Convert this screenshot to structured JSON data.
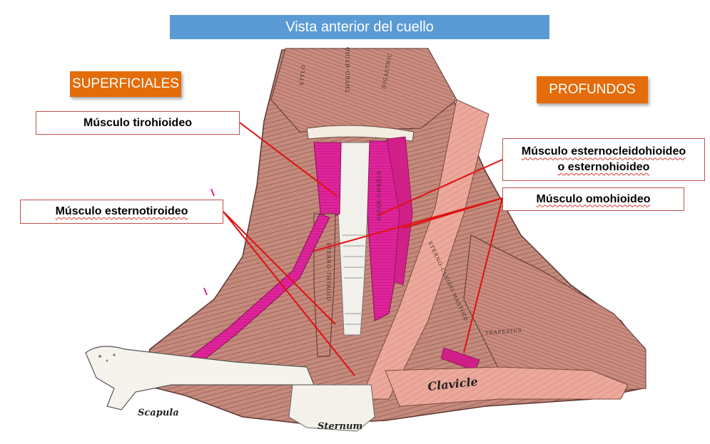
{
  "title": "Vista anterior del  cuello",
  "categories": {
    "superficial": "SUPERFICIALES",
    "deep": "PROFUNDOS"
  },
  "labels": {
    "tirohioideo": "Músculo tirohioideo",
    "esternocleido_line1": "Músculo esternocleidohioideo",
    "esternocleido_line2": "o esternohioideo",
    "esternotiroideo": "Músculo esternotiroideo",
    "omohioideo": "Músculo omohioideo"
  },
  "annotations": {
    "scapula": "Scapula",
    "sternum": "Sternum",
    "clavicle": "Clavicle"
  },
  "colors": {
    "title_bg": "#5b9bd5",
    "tag_bg": "#e46c0a",
    "pointer": "#e01010",
    "muscle_pink": "#e0249a",
    "muscle_red": "#c9867a"
  }
}
